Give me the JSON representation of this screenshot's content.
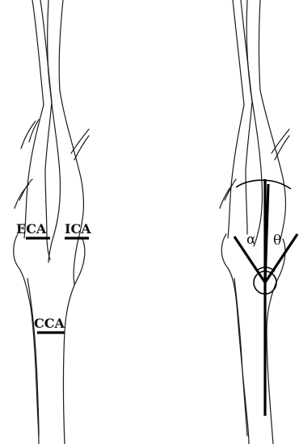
{
  "left_diagram": {
    "labels": {
      "eca": "ECA",
      "ica": "ICA",
      "cca": "CCA"
    }
  },
  "right_diagram": {
    "angles": {
      "alpha": "α",
      "theta": "θ"
    }
  }
}
